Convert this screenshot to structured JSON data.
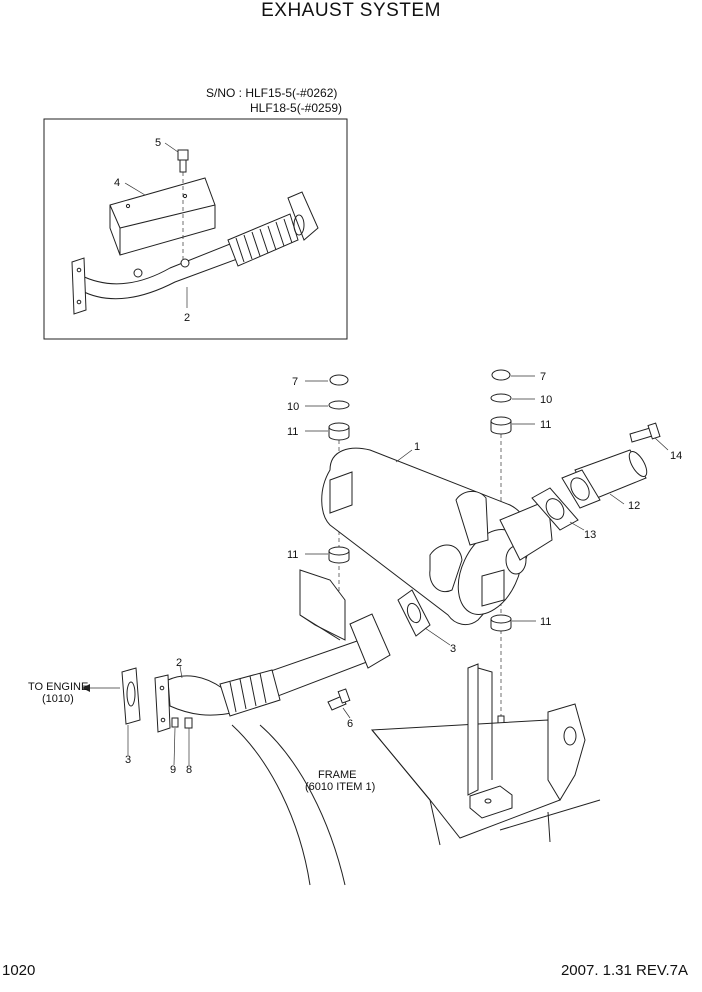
{
  "title": "EXHAUST SYSTEM",
  "serial_note": [
    "S/NO : HLF15-5(-#0262)",
    "HLF18-5(-#0259)"
  ],
  "page_number": "1020",
  "revision": "2007. 1.31 REV.7A",
  "labels": {
    "to_engine": [
      "TO ENGINE",
      "(1010)"
    ],
    "frame": [
      "FRAME",
      "(6010 ITEM 1)"
    ]
  },
  "callouts": {
    "inset_5": "5",
    "inset_4": "4",
    "inset_2": "2",
    "n7a": "7",
    "n10a": "10",
    "n11a": "11",
    "n7b": "7",
    "n10b": "10",
    "n11b": "11",
    "n1": "1",
    "n14": "14",
    "n12": "12",
    "n13": "13",
    "n11c": "11",
    "n11d": "11",
    "n3a": "3",
    "n2": "2",
    "n3b": "3",
    "n9": "9",
    "n8": "8",
    "n6": "6"
  }
}
